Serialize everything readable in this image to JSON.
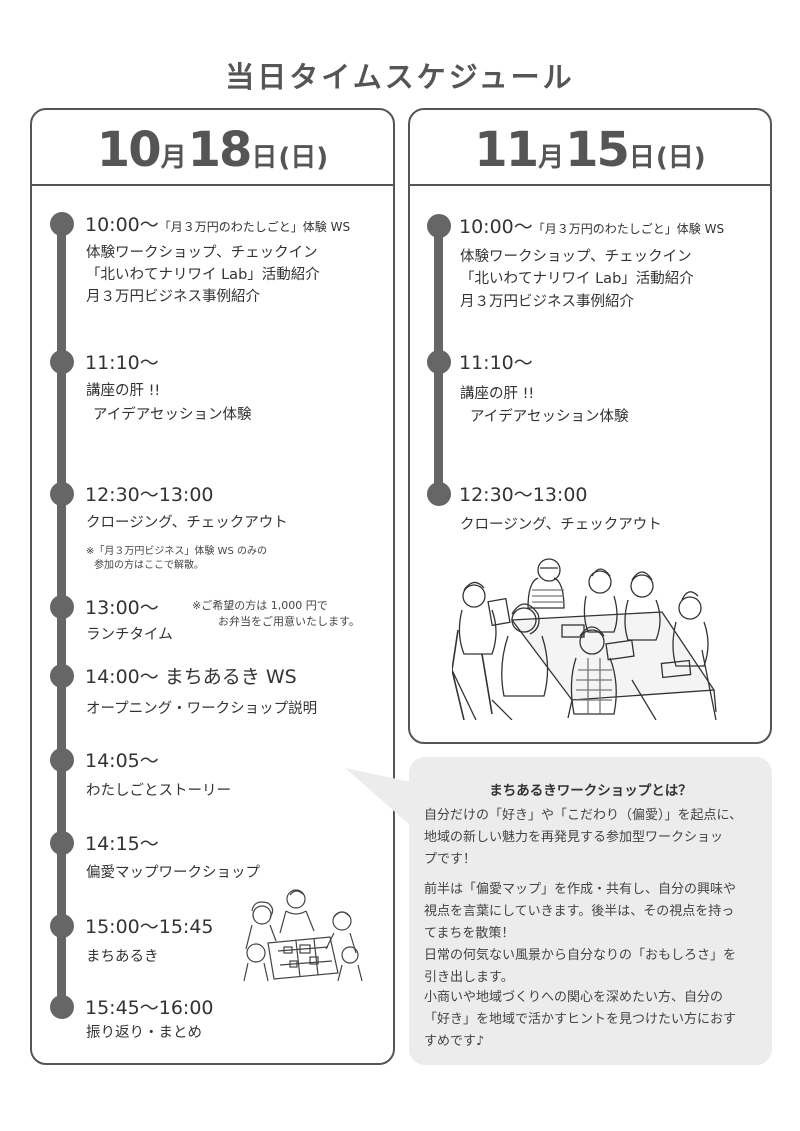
{
  "page_title": "当日タイムスケジュール",
  "left": {
    "date": {
      "num1": "10",
      "kanji1": "月",
      "num2": "18",
      "kanji2": "日",
      "dow": "(日)"
    },
    "items": [
      {
        "time": "10:00〜",
        "tag": "「月３万円のわたしごと」体験 WS",
        "lines": [
          "体験ワークショップ、チェックイン",
          "「北いわてナリワイ Lab」活動紹介",
          "月３万円ビジネス事例紹介"
        ]
      },
      {
        "time": "11:10〜",
        "lines": [
          "講座の肝 !!",
          "アイデアセッション体験"
        ]
      },
      {
        "time": "12:30〜13:00",
        "lines": [
          "クロージング、チェックアウト"
        ],
        "note": [
          "※「月３万円ビジネス」体験 WS のみの",
          "参加の方はここで解散。"
        ]
      },
      {
        "time": "13:00〜",
        "lines": [
          "ランチタイム"
        ],
        "note": [
          "※ご希望の方は 1,000 円で",
          "お弁当をご用意いたします。"
        ]
      },
      {
        "time": "14:00〜 まちあるき WS",
        "lines": [
          "オープニング・ワークショップ説明"
        ]
      },
      {
        "time": "14:05〜",
        "lines": [
          "わたしごとストーリー"
        ]
      },
      {
        "time": "14:15〜",
        "lines": [
          "偏愛マップワークショップ"
        ]
      },
      {
        "time": "15:00〜15:45",
        "lines": [
          "まちあるき"
        ]
      },
      {
        "time": "15:45〜16:00",
        "lines": [
          "振り返り・まとめ"
        ]
      }
    ]
  },
  "right": {
    "date": {
      "num1": "11",
      "kanji1": "月",
      "num2": "15",
      "kanji2": "日",
      "dow": "(日)"
    },
    "items": [
      {
        "time": "10:00〜",
        "tag": "「月３万円のわたしごと」体験 WS",
        "lines": [
          "体験ワークショップ、チェックイン",
          "「北いわてナリワイ Lab」活動紹介",
          "月３万円ビジネス事例紹介"
        ]
      },
      {
        "time": "11:10〜",
        "lines": [
          "講座の肝 !!",
          "アイデアセッション体験"
        ]
      },
      {
        "time": "12:30〜13:00",
        "lines": [
          "クロージング、チェックアウト"
        ]
      }
    ]
  },
  "info": {
    "title": "まちあるきワークショップとは？",
    "p1": [
      "自分だけの「好き」や「こだわり（偏愛）」を起点に、",
      "地域の新しい魅力を再発見する参加型ワークショッ",
      "プです！"
    ],
    "p2": [
      "前半は「偏愛マップ」を作成・共有し、自分の興味や",
      "視点を言葉にしていきます。後半は、その視点を持っ",
      "てまちを散策！",
      "日常の何気ない風景から自分なりの「おもしろさ」を",
      "引き出します。"
    ],
    "p3": [
      "小商いや地域づくりへの関心を深めたい方、自分の",
      "「好き」を地域で活かすヒントを見つけたい方におす",
      "すめです♪"
    ]
  },
  "colors": {
    "accent": "#666666",
    "border": "#555555",
    "info_bg": "#ececec"
  }
}
